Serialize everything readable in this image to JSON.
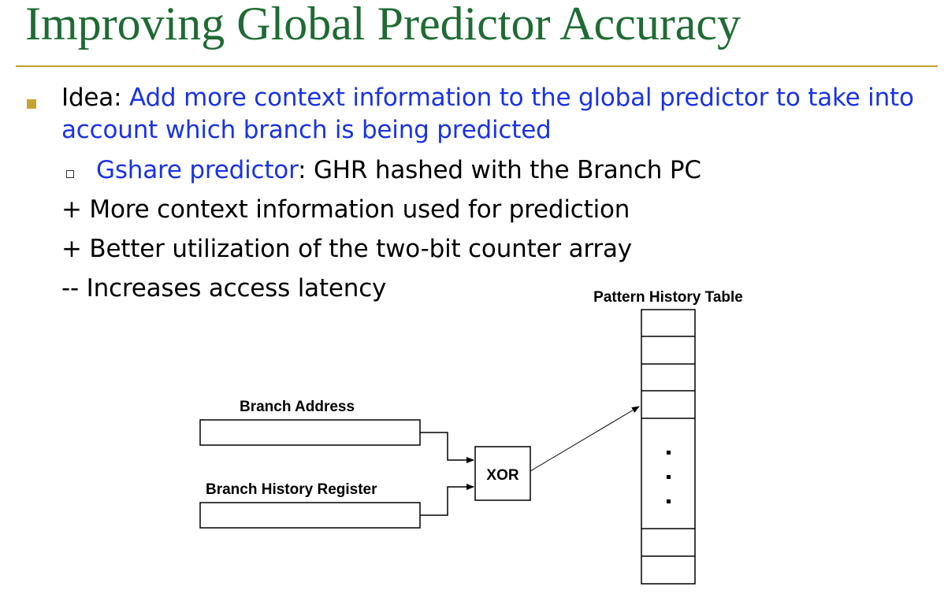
{
  "slide": {
    "title": "Improving Global Predictor Accuracy",
    "bullet": {
      "lead": "Idea:",
      "highlight_line1": " Add more context information to the global predictor to take into",
      "highlight_line2": "account which branch is being predicted"
    },
    "sub_items": {
      "gshare_name": "Gshare predictor",
      "gshare_rest": ": GHR hashed with the Branch PC",
      "pro1": "+ More context information used for prediction",
      "pro2": "+ Better utilization of the two-bit counter array",
      "con1": "-- Increases access latency"
    }
  },
  "diagram": {
    "branch_address_label": "Branch Address",
    "bhr_label": "Branch History Register",
    "xor_label": "XOR",
    "pht_label": "Pattern History Table",
    "ellipsis": [
      "·",
      "·",
      "·"
    ]
  },
  "colors": {
    "title": "#1e6b33",
    "rule": "#c6a028",
    "highlight_text": "#1a33e6",
    "bullet": "#c8a230"
  }
}
